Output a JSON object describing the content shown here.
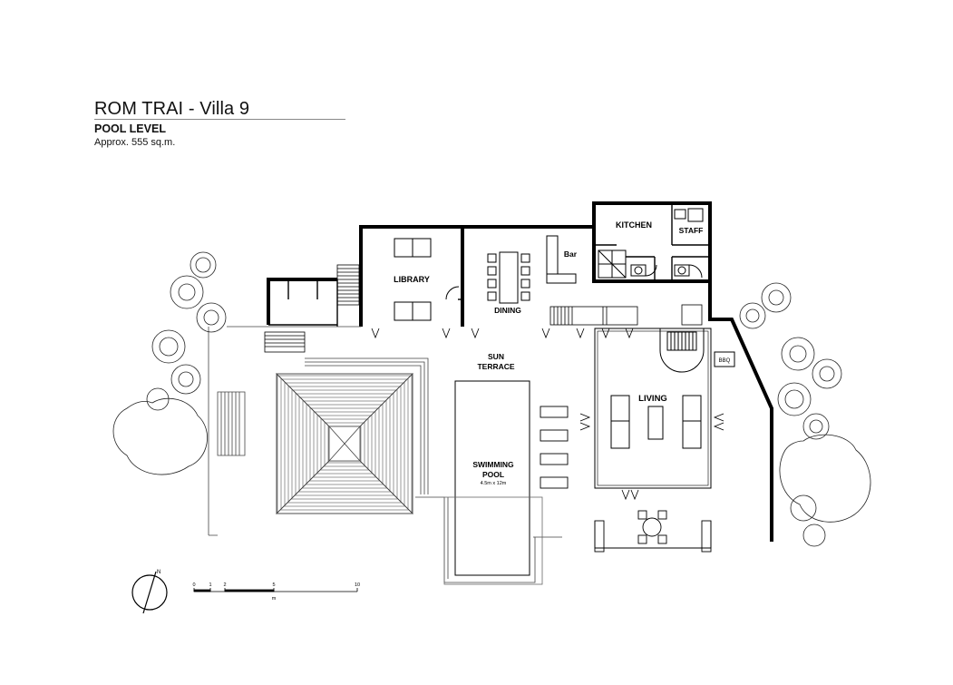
{
  "title": "ROM TRAI - Villa 9",
  "level": "POOL LEVEL",
  "area": "Approx. 555 sq.m.",
  "rooms": {
    "kitchen": "KITCHEN",
    "staff": "STAFF",
    "bar": "Bar",
    "library": "LIBRARY",
    "dining": "DINING",
    "sun_terrace_1": "SUN",
    "sun_terrace_2": "TERRACE",
    "bbq": "BBQ",
    "living": "LIVING",
    "pool_1": "SWIMMING",
    "pool_2": "POOL",
    "pool_size": "4.5m x 12m"
  },
  "compass": {
    "north": "N"
  },
  "scale": {
    "ticks": [
      "0",
      "1",
      "2",
      "5",
      "10"
    ],
    "unit": "m"
  }
}
